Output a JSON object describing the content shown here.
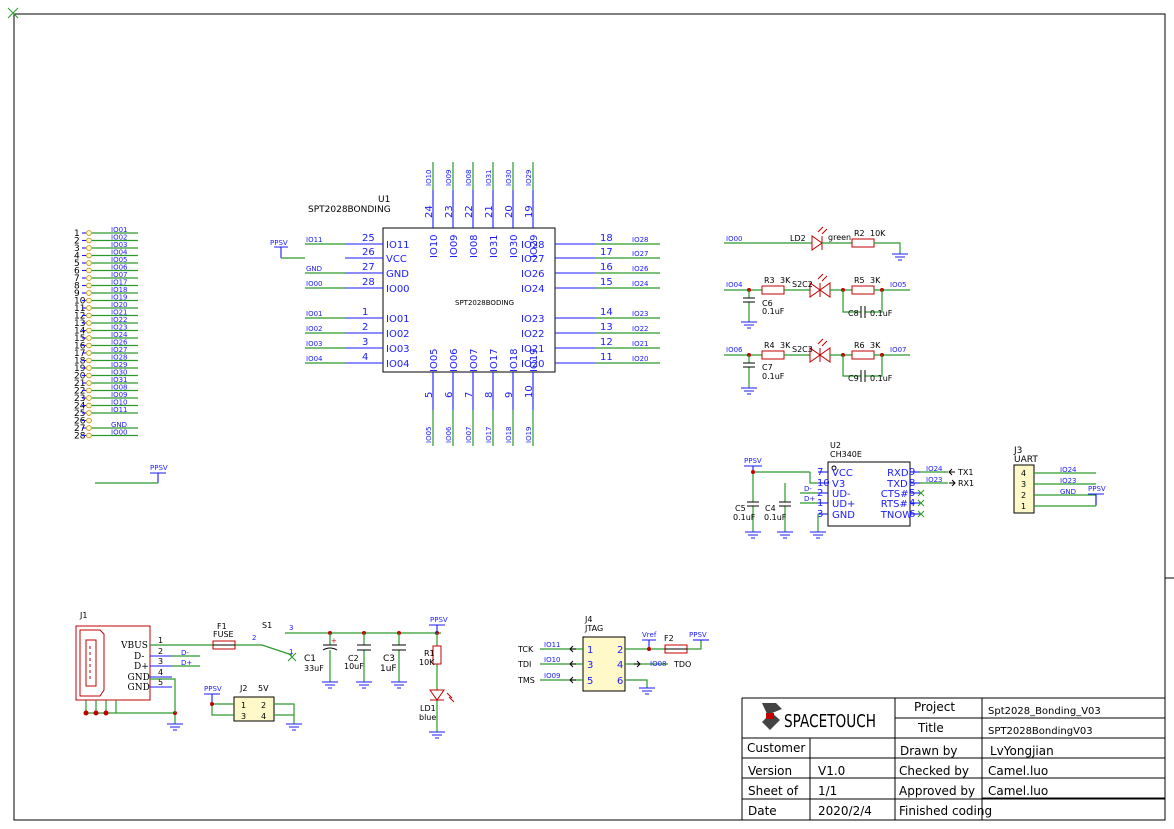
{
  "colors": {
    "wire": "#2a9a2a",
    "net": "#1a1aff",
    "part": "#c00000",
    "ic_fill": "#fff8c8"
  },
  "u1": {
    "ref": "U1",
    "value": "SPT2028BONDING",
    "center_label": "SPT2028BODING",
    "left_pins": [
      {
        "num": "25",
        "name": "IO11",
        "net": "IO11"
      },
      {
        "num": "26",
        "name": "VCC",
        "net": "PPSV"
      },
      {
        "num": "27",
        "name": "GND",
        "net": "GND"
      },
      {
        "num": "28",
        "name": "IO00",
        "net": "IO00"
      },
      {
        "num": "1",
        "name": "IO01",
        "net": "IO01"
      },
      {
        "num": "2",
        "name": "IO02",
        "net": "IO02"
      },
      {
        "num": "3",
        "name": "IO03",
        "net": "IO03"
      },
      {
        "num": "4",
        "name": "IO04",
        "net": "IO04"
      }
    ],
    "right_pins": [
      {
        "num": "18",
        "name": "IO28",
        "net": "IO28"
      },
      {
        "num": "17",
        "name": "IO27",
        "net": "IO27"
      },
      {
        "num": "16",
        "name": "IO26",
        "net": "IO26"
      },
      {
        "num": "15",
        "name": "IO24",
        "net": "IO24"
      },
      {
        "num": "14",
        "name": "IO23",
        "net": "IO23"
      },
      {
        "num": "13",
        "name": "IO22",
        "net": "IO22"
      },
      {
        "num": "12",
        "name": "IO21",
        "net": "IO21"
      },
      {
        "num": "11",
        "name": "IO20",
        "net": "IO20"
      }
    ],
    "top_pins": [
      {
        "num": "24",
        "name": "IO10",
        "net": "IO10"
      },
      {
        "num": "23",
        "name": "IO09",
        "net": "IO09"
      },
      {
        "num": "22",
        "name": "IO08",
        "net": "IO08"
      },
      {
        "num": "21",
        "name": "IO31",
        "net": "IO31"
      },
      {
        "num": "20",
        "name": "IO30",
        "net": "IO30"
      },
      {
        "num": "19",
        "name": "IO29",
        "net": "IO29"
      }
    ],
    "bottom_pins": [
      {
        "num": "5",
        "name": "IO05",
        "net": "IO05"
      },
      {
        "num": "6",
        "name": "IO06",
        "net": "IO06"
      },
      {
        "num": "7",
        "name": "IO07",
        "net": "IO07"
      },
      {
        "num": "8",
        "name": "IO17",
        "net": "IO17"
      },
      {
        "num": "9",
        "name": "IO18",
        "net": "IO18"
      },
      {
        "num": "10",
        "name": "IO19",
        "net": "IO19"
      }
    ]
  },
  "header": {
    "rows": [
      {
        "num": "1",
        "net": "IO01"
      },
      {
        "num": "2",
        "net": "IO02"
      },
      {
        "num": "3",
        "net": "IO03"
      },
      {
        "num": "4",
        "net": "IO04"
      },
      {
        "num": "5",
        "net": "IO05"
      },
      {
        "num": "6",
        "net": "IO06"
      },
      {
        "num": "7",
        "net": "IO07"
      },
      {
        "num": "8",
        "net": "IO17"
      },
      {
        "num": "9",
        "net": "IO18"
      },
      {
        "num": "10",
        "net": "IO19"
      },
      {
        "num": "11",
        "net": "IO20"
      },
      {
        "num": "12",
        "net": "IO21"
      },
      {
        "num": "13",
        "net": "IO22"
      },
      {
        "num": "14",
        "net": "IO23"
      },
      {
        "num": "15",
        "net": "IO24"
      },
      {
        "num": "16",
        "net": "IO26"
      },
      {
        "num": "17",
        "net": "IO27"
      },
      {
        "num": "18",
        "net": "IO28"
      },
      {
        "num": "19",
        "net": "IO29"
      },
      {
        "num": "20",
        "net": "IO30"
      },
      {
        "num": "21",
        "net": "IO31"
      },
      {
        "num": "22",
        "net": "IO08"
      },
      {
        "num": "23",
        "net": "IO09"
      },
      {
        "num": "24",
        "net": "IO10"
      },
      {
        "num": "25",
        "net": "IO11"
      },
      {
        "num": "26",
        "net": ""
      },
      {
        "num": "27",
        "net": "GND"
      },
      {
        "num": "28",
        "net": "IO00"
      }
    ],
    "ppsv": "PPSV"
  },
  "leds": {
    "ld2": {
      "net": "IO00",
      "ref": "LD2",
      "color": "green",
      "r_ref": "R2",
      "r_val": "10K"
    },
    "s2c2": {
      "in_net": "IO04",
      "out_net": "IO05",
      "r_in": "R3",
      "r_in_val": "3K",
      "led": "S2C2",
      "r_out": "R5",
      "r_out_val": "3K",
      "c_in": "C6",
      "c_in_val": "0.1uF",
      "c_out": "C8",
      "c_out_val": "0.1uF"
    },
    "s2c3": {
      "in_net": "IO06",
      "out_net": "IO07",
      "r_in": "R4",
      "r_in_val": "3K",
      "led": "S2C3",
      "r_out": "R6",
      "r_out_val": "3K",
      "c_in": "C7",
      "c_in_val": "0.1uF",
      "c_out": "C9",
      "c_out_val": "0.1uF"
    }
  },
  "u2": {
    "ref": "U2",
    "value": "CH340E",
    "ppsv": "PPSV",
    "left_pins": [
      {
        "num": "7",
        "name": "VCC"
      },
      {
        "num": "10",
        "name": "V3"
      },
      {
        "num": "2",
        "name": "UD-",
        "net": "D-"
      },
      {
        "num": "1",
        "name": "UD+",
        "net": "D+"
      },
      {
        "num": "3",
        "name": "GND"
      }
    ],
    "right_pins": [
      {
        "num": "9",
        "name": "RXD",
        "net": "IO24",
        "dir": "TX1"
      },
      {
        "num": "8",
        "name": "TXD",
        "net": "IO23",
        "dir": "RX1"
      },
      {
        "num": "5",
        "name": "CTS#"
      },
      {
        "num": "4",
        "name": "RTS#"
      },
      {
        "num": "6",
        "name": "TNOW"
      }
    ],
    "c5": "C5",
    "c5_val": "0.1uF",
    "c4": "C4",
    "c4_val": "0.1uF"
  },
  "j3": {
    "ref": "J3",
    "value": "UART",
    "pins": [
      {
        "num": "4",
        "net": "IO24"
      },
      {
        "num": "3",
        "net": "IO23"
      },
      {
        "num": "2",
        "net": "GND"
      },
      {
        "num": "1",
        "net": "PPSV"
      }
    ]
  },
  "usb": {
    "ref": "J1",
    "pins": [
      {
        "num": "1",
        "name": "VBUS"
      },
      {
        "num": "2",
        "name": "D-",
        "net": "D-"
      },
      {
        "num": "3",
        "name": "D+",
        "net": "D+"
      },
      {
        "num": "4",
        "name": "GND"
      },
      {
        "num": "5",
        "name": "GND"
      }
    ],
    "f1": "F1",
    "f1_val": "FUSE",
    "s1": "S1",
    "s1_pin1": "1",
    "s1_pin2": "2",
    "s1_pin3": "3",
    "c1": "C1",
    "c1_val": "33uF",
    "c2": "C2",
    "c2_val": "10uF",
    "c3": "C3",
    "c3_val": "1uF",
    "r1": "R1",
    "r1_val": "10K",
    "ld1": "LD1",
    "ld1_val": "blue",
    "ppsv": "PPSV"
  },
  "j2": {
    "ref": "J2",
    "value": "5V",
    "ppsv": "PPSV",
    "pins": [
      "1",
      "2",
      "3",
      "4"
    ]
  },
  "j4": {
    "ref": "J4",
    "value": "JTAG",
    "vref": "Vref",
    "f2": "F2",
    "ppsv": "PPSV",
    "left": [
      {
        "num": "1",
        "sig": "TCK",
        "net": "IO11"
      },
      {
        "num": "3",
        "sig": "TDI",
        "net": "IO10"
      },
      {
        "num": "5",
        "sig": "TMS",
        "net": "IO09"
      }
    ],
    "right": [
      {
        "num": "2"
      },
      {
        "num": "4",
        "sig": "TDO",
        "net": "IO08"
      },
      {
        "num": "6"
      }
    ]
  },
  "title_block": {
    "company": "SPACETOUCH",
    "project_label": "Project",
    "project": "Spt2028_Bonding_V03",
    "title_label": "Title",
    "title": "SPT2028BondingV03",
    "customer_label": "Customer",
    "drawn_label": "Drawn by",
    "drawn": "LvYongjian",
    "version_label": "Version",
    "version": "V1.0",
    "checked_label": "Checked by",
    "checked": "Camel.luo",
    "sheet_label": "Sheet of",
    "sheet": "1/1",
    "approved_label": "Approved by",
    "approved": "Camel.luo",
    "date_label": "Date",
    "date": "2020/2/4",
    "status": "Finished coding"
  }
}
